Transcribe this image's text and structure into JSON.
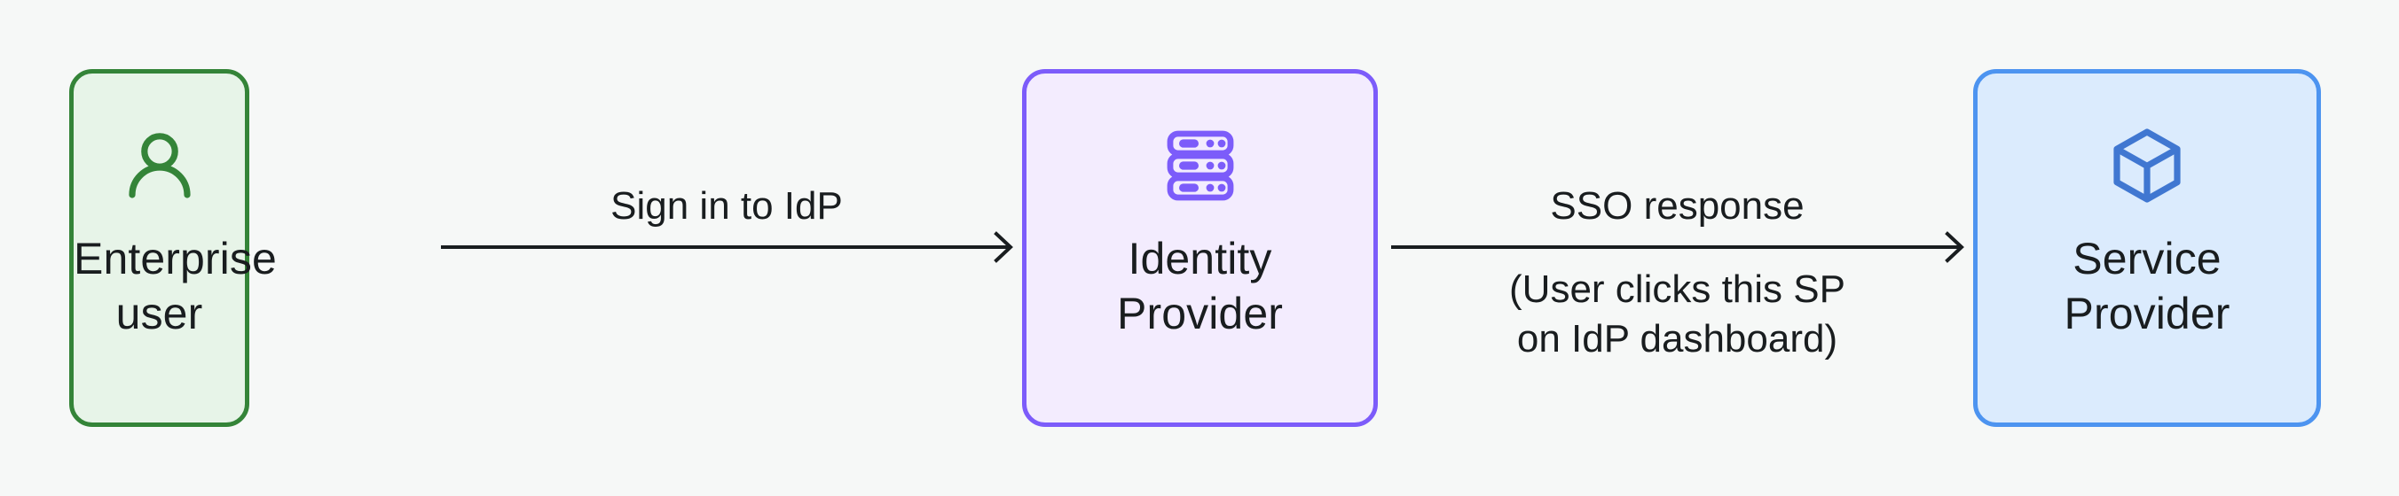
{
  "diagram": {
    "background_color": "#f6f8f7",
    "text_color": "#191d1f",
    "nodes": [
      {
        "id": "enterprise-user",
        "label": "Enterprise\nuser",
        "icon": "user-icon",
        "border_color": "#348438",
        "fill_color": "#e7f4e8",
        "icon_color": "#348438"
      },
      {
        "id": "identity-provider",
        "label": "Identity\nProvider",
        "icon": "server-rack-icon",
        "border_color": "#7c5cfa",
        "fill_color": "#f3ecfe",
        "icon_color": "#7c5cfa"
      },
      {
        "id": "service-provider",
        "label": "Service\nProvider",
        "icon": "cube-icon",
        "border_color": "#4d94f0",
        "fill_color": "#dbebfd",
        "icon_color": "#4077d1"
      }
    ],
    "edges": [
      {
        "id": "signin-edge",
        "from": "enterprise-user",
        "to": "identity-provider",
        "label_above": "Sign in to IdP",
        "label_below": "",
        "direction": "right",
        "color": "#191d1f"
      },
      {
        "id": "sso-edge",
        "from": "identity-provider",
        "to": "service-provider",
        "label_above": "SSO response",
        "label_below": "(User clicks this SP\non IdP dashboard)",
        "direction": "right",
        "color": "#191d1f"
      }
    ]
  }
}
